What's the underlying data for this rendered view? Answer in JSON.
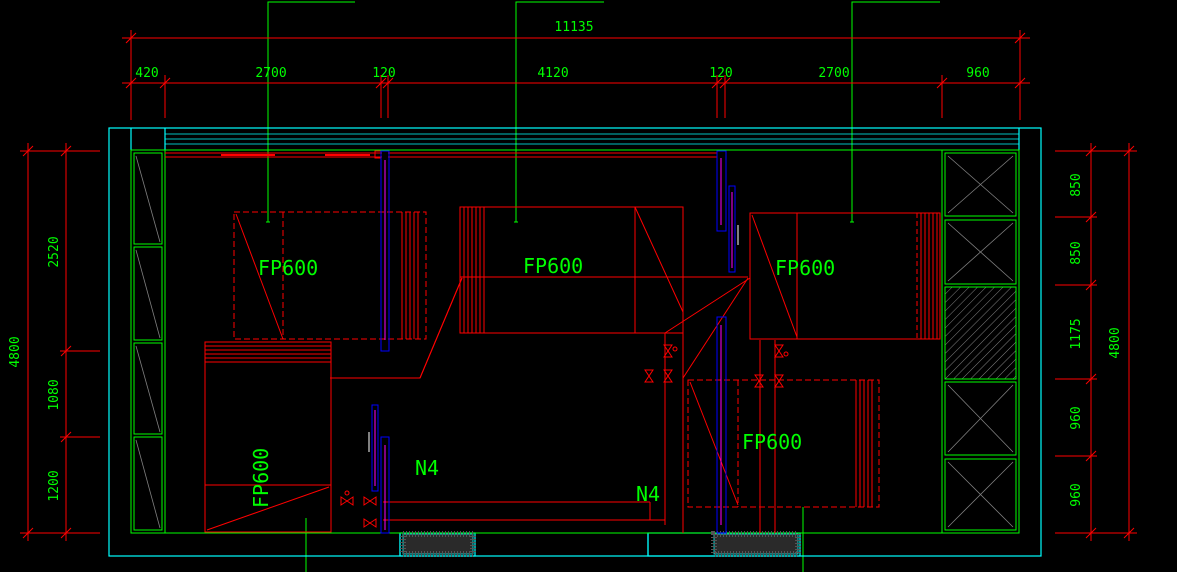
{
  "colors": {
    "background": "#000000",
    "dimension": "#ff0000",
    "text": "#00ff00",
    "wall": "#00ffff",
    "window": "#00ff00",
    "duct": "#ff0000",
    "pipe": "#0000ff",
    "pipe_inner": "#ff00ff",
    "leader": "#00ff00"
  },
  "dimensions": {
    "overall_width": "11135",
    "top": [
      "420",
      "2700",
      "120",
      "4120",
      "120",
      "2700",
      "960"
    ],
    "left_outer": "4800",
    "left": [
      "2520",
      "1080",
      "1200"
    ],
    "right_outer": "4800",
    "right": [
      "850",
      "850",
      "1175",
      "960",
      "960"
    ]
  },
  "units": {
    "fp1": "FP600",
    "fp2": "FP600",
    "fp3": "FP600",
    "fp4": "FP600",
    "fp5": "FP600"
  },
  "tags": {
    "n4_left": "N4",
    "n4_mid": "N4"
  }
}
